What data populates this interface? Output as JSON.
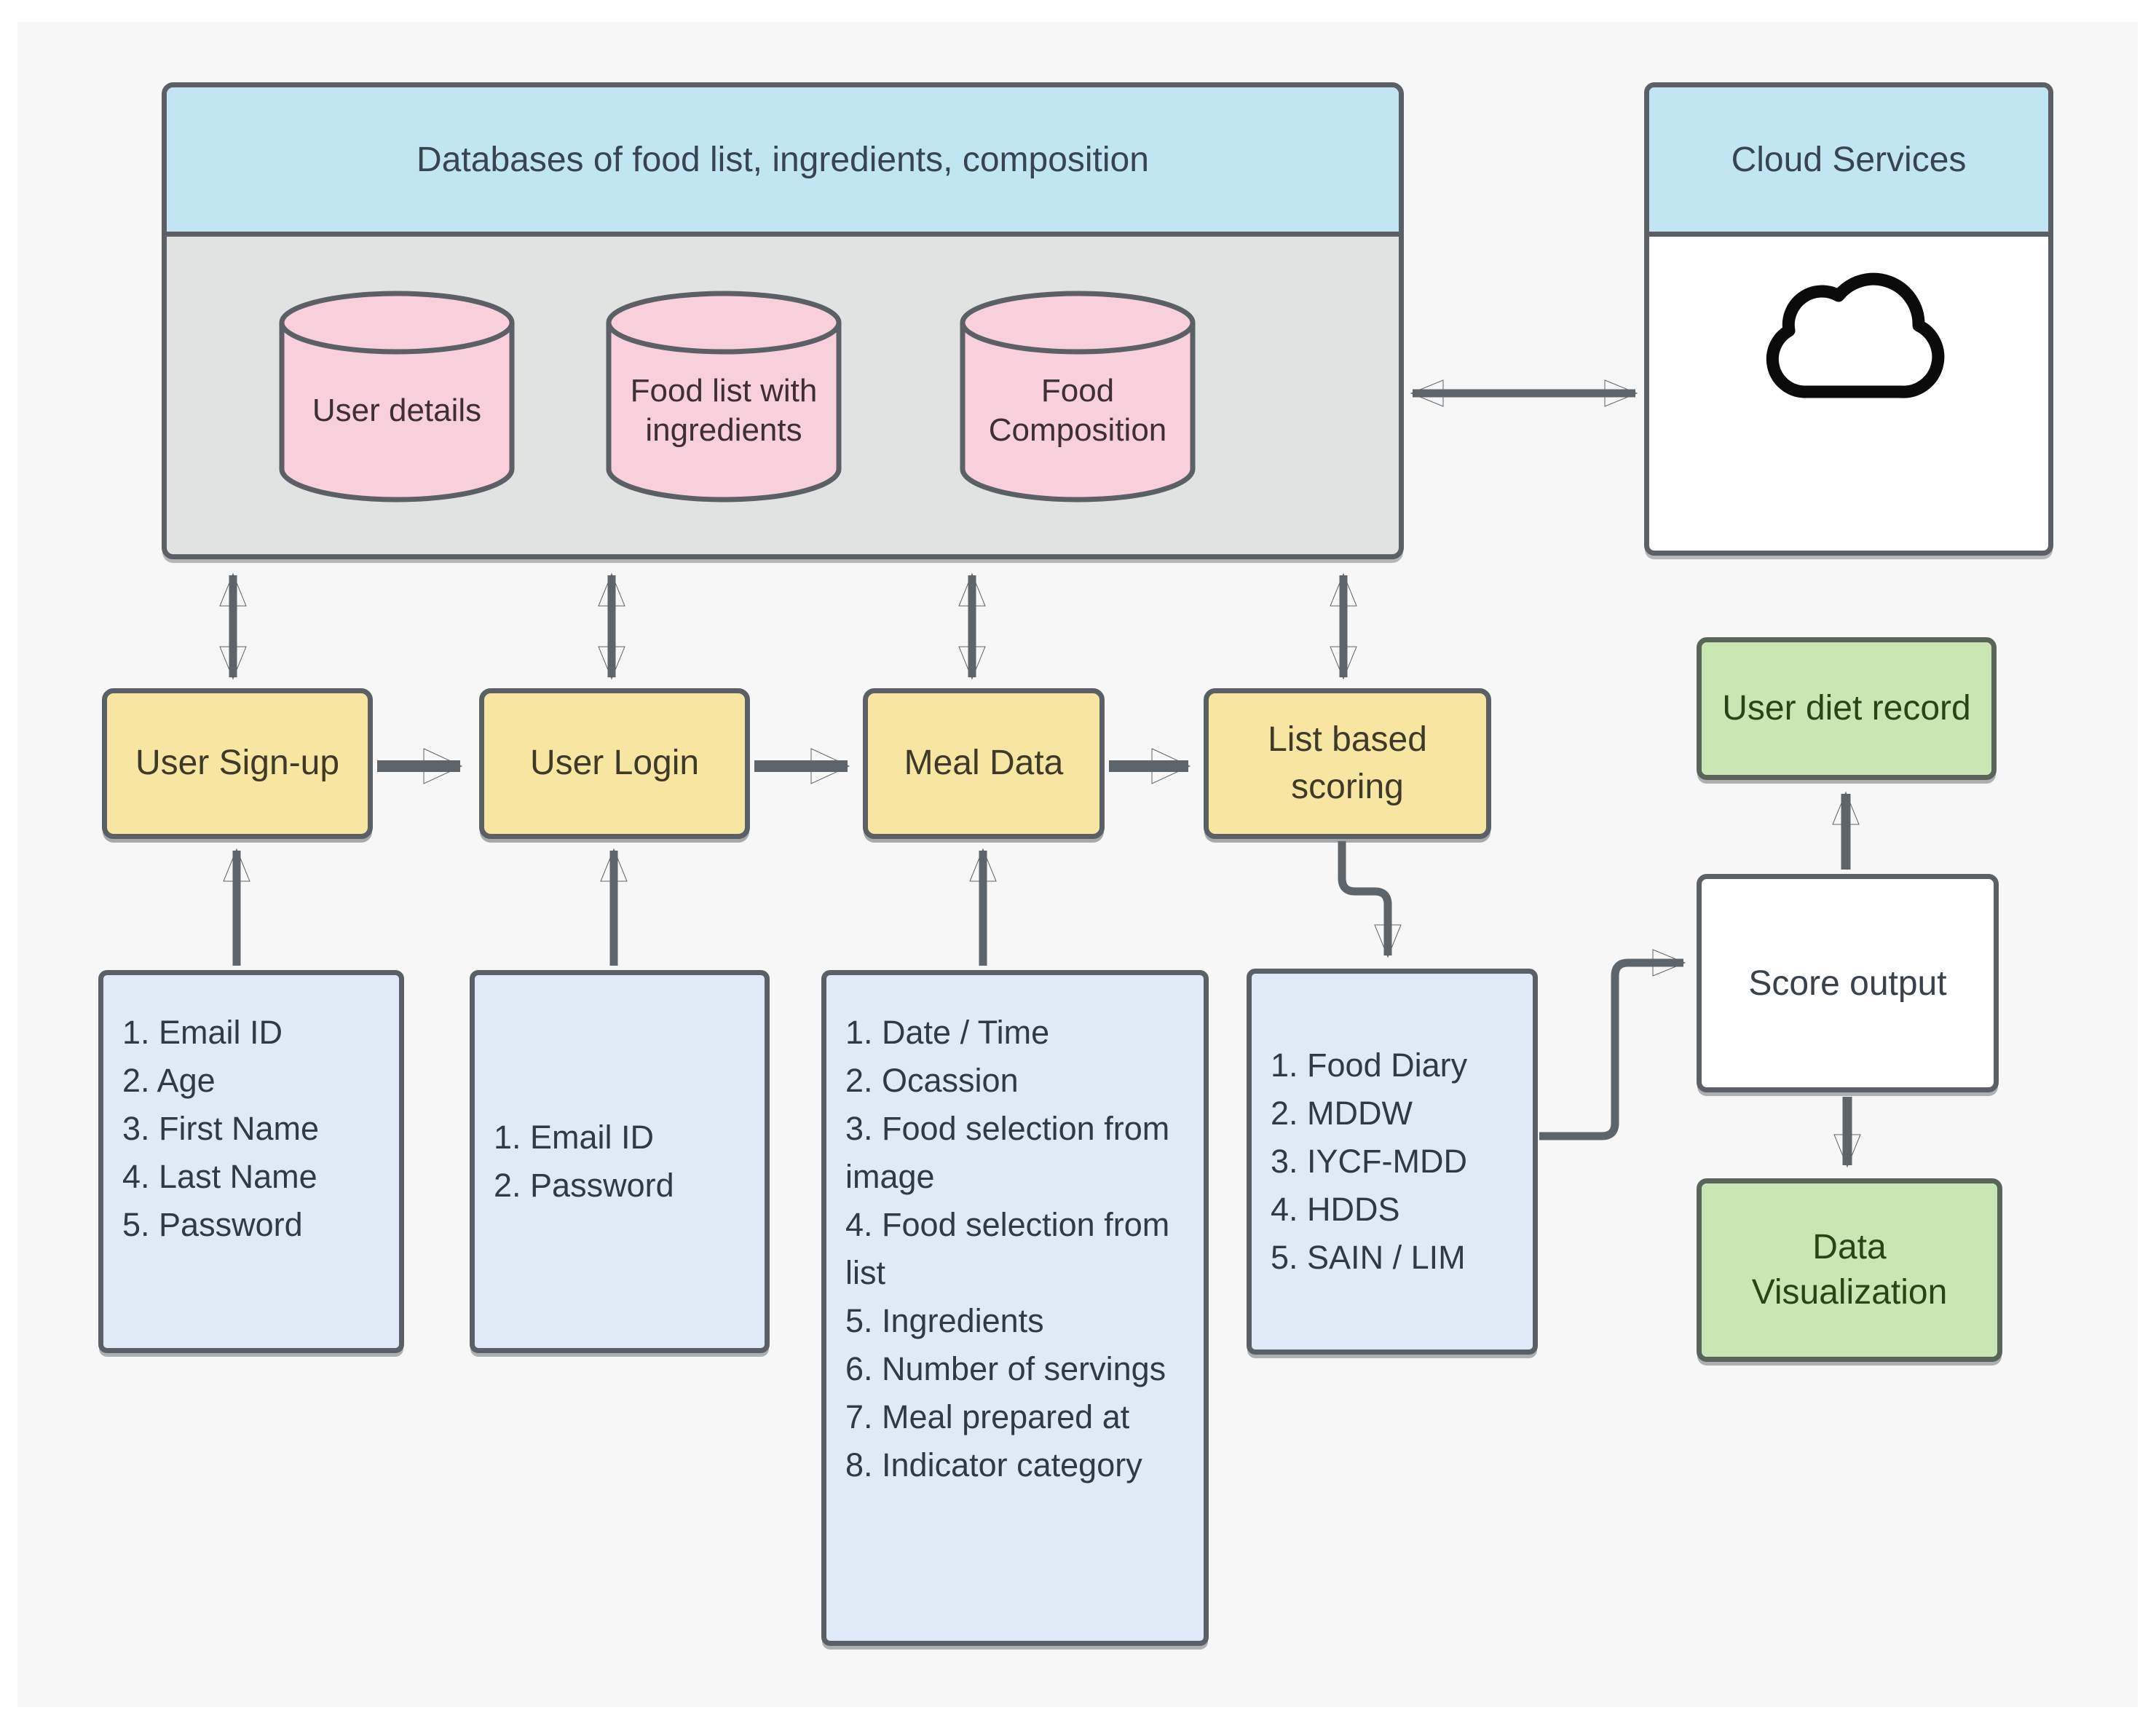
{
  "database": {
    "title": "Databases of food list, ingredients, composition",
    "cylinders": [
      {
        "icon": "database-cylinder-icon",
        "label": "User details"
      },
      {
        "icon": "database-cylinder-icon",
        "label": "Food list with ingredients"
      },
      {
        "icon": "database-cylinder-icon",
        "label": "Food Composition"
      }
    ]
  },
  "cloud": {
    "title": "Cloud Services",
    "icon": "cloud-icon"
  },
  "process_steps": [
    {
      "label": "User Sign-up"
    },
    {
      "label": "User Login"
    },
    {
      "label": "Meal Data"
    },
    {
      "label": "List based scoring"
    }
  ],
  "detail_lists": {
    "signup": [
      "1. Email ID",
      "2. Age",
      "3. First Name",
      "4. Last Name",
      "5. Password"
    ],
    "login": [
      "1. Email ID",
      "2. Password"
    ],
    "meal": [
      "1. Date / Time",
      "2. Ocassion",
      "3. Food selection from image",
      "4. Food selection from list",
      "5. Ingredients",
      "6. Number of servings",
      "7. Meal prepared at",
      "8. Indicator category"
    ],
    "scoring": [
      "1. Food Diary",
      "2. MDDW",
      "3. IYCF-MDD",
      "4. HDDS",
      "5. SAIN / LIM"
    ]
  },
  "outputs": {
    "user_diet_record": "User diet record",
    "score_output": "Score output",
    "data_visualization": "Data Visualization"
  },
  "colors": {
    "header_blue": "#c2e5f2",
    "cylinder_pink": "#f8d0db",
    "process_yellow": "#f7e6a2",
    "list_blue": "#dfeaf6",
    "output_green": "#c9e7b2",
    "body_gray": "#e1e2e2",
    "border_gray": "#5a6065",
    "arrow_gray": "#5e656a",
    "canvas": "#f7f7f8"
  }
}
